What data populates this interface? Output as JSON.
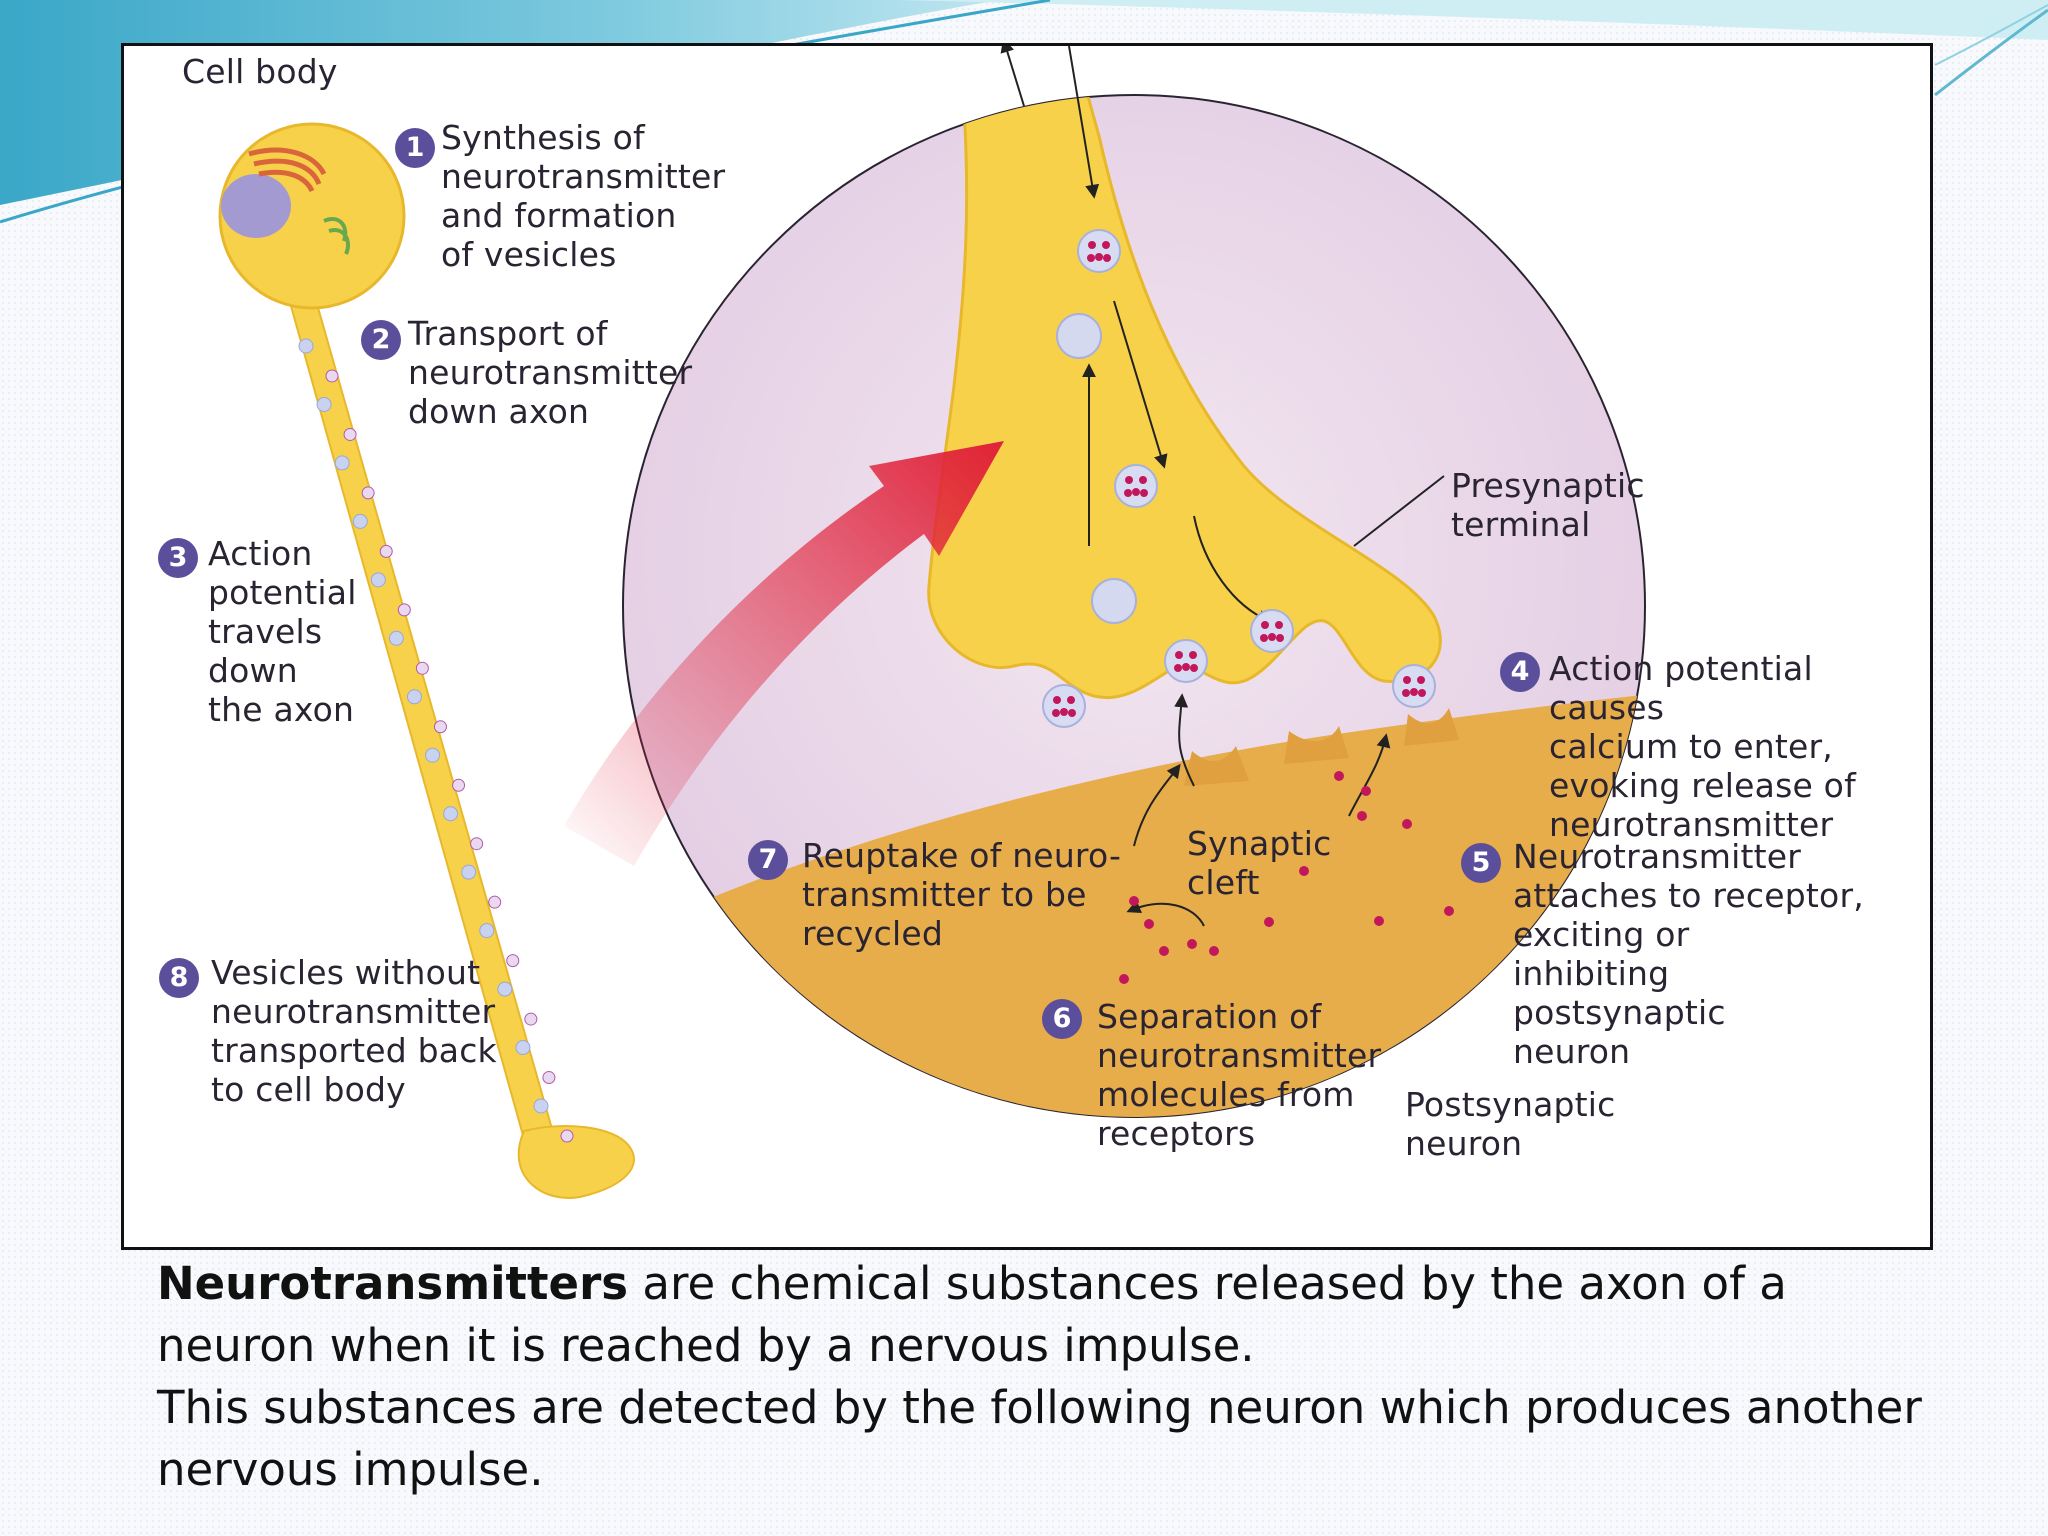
{
  "labels": {
    "cell_body": "Cell body",
    "presynaptic_terminal": "Presynaptic\nterminal",
    "synaptic_cleft": "Synaptic\ncleft",
    "postsynaptic_neuron": "Postsynaptic\nneuron"
  },
  "steps": [
    {
      "number": "1",
      "text": "Synthesis of\nneurotransmitter\nand formation\nof vesicles"
    },
    {
      "number": "2",
      "text": "Transport of\nneurotransmitter\ndown axon"
    },
    {
      "number": "3",
      "text": "Action\npotential\ntravels\ndown\nthe axon"
    },
    {
      "number": "4",
      "text": "Action potential causes\ncalcium to enter,\nevoking release of\nneurotransmitter"
    },
    {
      "number": "5",
      "text": "Neurotransmitter\nattaches to receptor,\nexciting or\ninhibiting\npostsynaptic\nneuron"
    },
    {
      "number": "6",
      "text": "Separation of\nneurotransmitter\nmolecules from\nreceptors"
    },
    {
      "number": "7",
      "text": "Reuptake of neuro-\ntransmitter to be\nrecycled"
    },
    {
      "number": "8",
      "text": "Vesicles without\nneurotransmitter\ntransported back\nto cell body"
    }
  ],
  "caption": {
    "bold_term": "Neurotransmitters",
    "line1_rest": " are chemical substances released by the axon of a neuron when it is reached by a nervous impulse.",
    "line2": "This substances are detected by the following neuron which produces another nervous impulse."
  },
  "colors": {
    "neuron_fill": "#f7d14a",
    "circle_bg": "#e9d6e8",
    "postsynaptic": "#e7ad4a",
    "badge": "#5b4e9a",
    "arrow_red": "#e0223a",
    "accent_teal": "#5fb8d0"
  }
}
